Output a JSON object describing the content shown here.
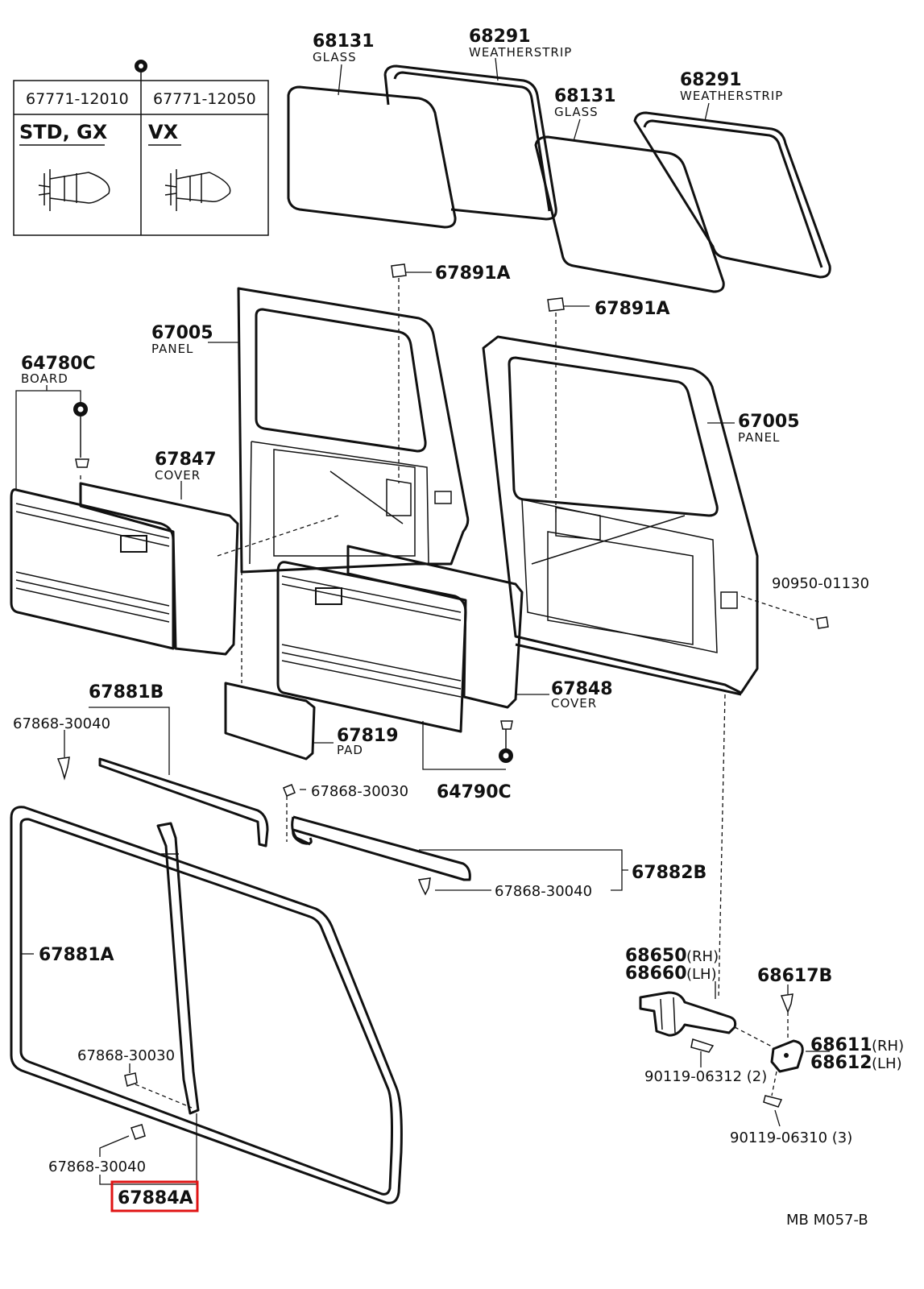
{
  "diagram_code": "MB  M057-B",
  "clip_table": {
    "col1_part": "67771-12010",
    "col2_part": "67771-12050",
    "col1_grade": "STD, GX",
    "col2_grade": "VX"
  },
  "labels": {
    "glass1_num": "68131",
    "glass1_name": "GLASS",
    "ws1_num": "68291",
    "ws1_name": "WEATHERSTRIP",
    "glass2_num": "68131",
    "glass2_name": "GLASS",
    "ws2_num": "68291",
    "ws2_name": "WEATHERSTRIP",
    "seal_top1": "67891A",
    "seal_top2": "67891A",
    "panel1_num": "67005",
    "panel1_name": "PANEL",
    "panel2_num": "67005",
    "panel2_name": "PANEL",
    "board1_num": "64780C",
    "board1_name": "BOARD",
    "cover1_num": "67847",
    "cover1_name": "COVER",
    "cover2_num": "67848",
    "cover2_name": "COVER",
    "pad_num": "67819",
    "pad_name": "PAD",
    "board2_num": "64790C",
    "nut": "90950-01130",
    "strip_b_num": "67881B",
    "clip_a": "67868-30040",
    "clip_b": "67868-30030",
    "strip_882_num": "67882B",
    "clip_c": "67868-30040",
    "ws_door": "67881A",
    "clip_d": "67868-30030",
    "clip_e": "67868-30040",
    "highlight_part": "67884A",
    "handle_rh": "68650",
    "handle_rh_side": "(RH)",
    "handle_lh": "68660",
    "handle_lh_side": "(LH)",
    "pin": "68617B",
    "check_rh": "68611",
    "check_rh_side": "(RH)",
    "check_lh": "68612",
    "check_lh_side": "(LH)",
    "bolt1": "90119-06312 (2)",
    "bolt2": "90119-06310 (3)"
  },
  "colors": {
    "line": "#111111",
    "highlight": "#e01414"
  }
}
